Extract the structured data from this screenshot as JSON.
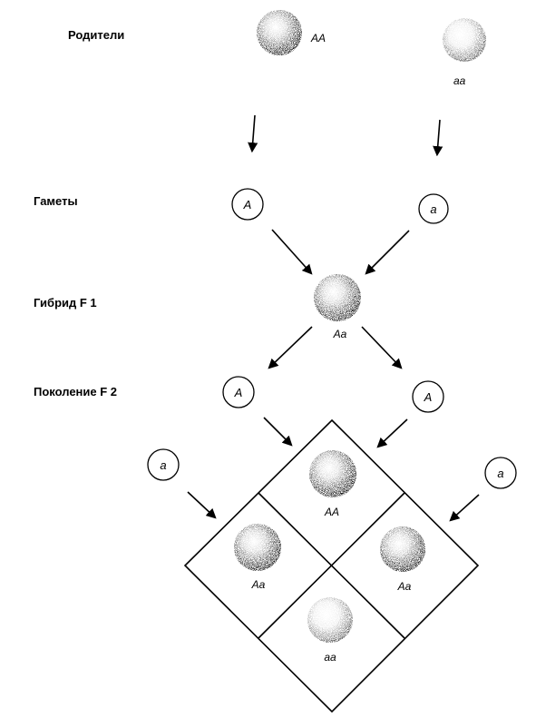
{
  "labels": {
    "parents": "Родители",
    "gametes": "Гаметы",
    "hybrid": "Гибрид  F 1",
    "generation": "Поколение  F 2"
  },
  "parents": {
    "left_genotype": "AA",
    "right_genotype": "aa"
  },
  "gametes": {
    "left": "A",
    "right": "a"
  },
  "hybrid": {
    "genotype": "Aa"
  },
  "f2_gametes": {
    "top_left": "A",
    "top_right": "A",
    "left": "a",
    "right": "a"
  },
  "punnett": {
    "top": "AA",
    "left": "Aa",
    "right": "Aa",
    "bottom": "aa"
  },
  "colors": {
    "ink": "#000000",
    "background": "#ffffff"
  }
}
